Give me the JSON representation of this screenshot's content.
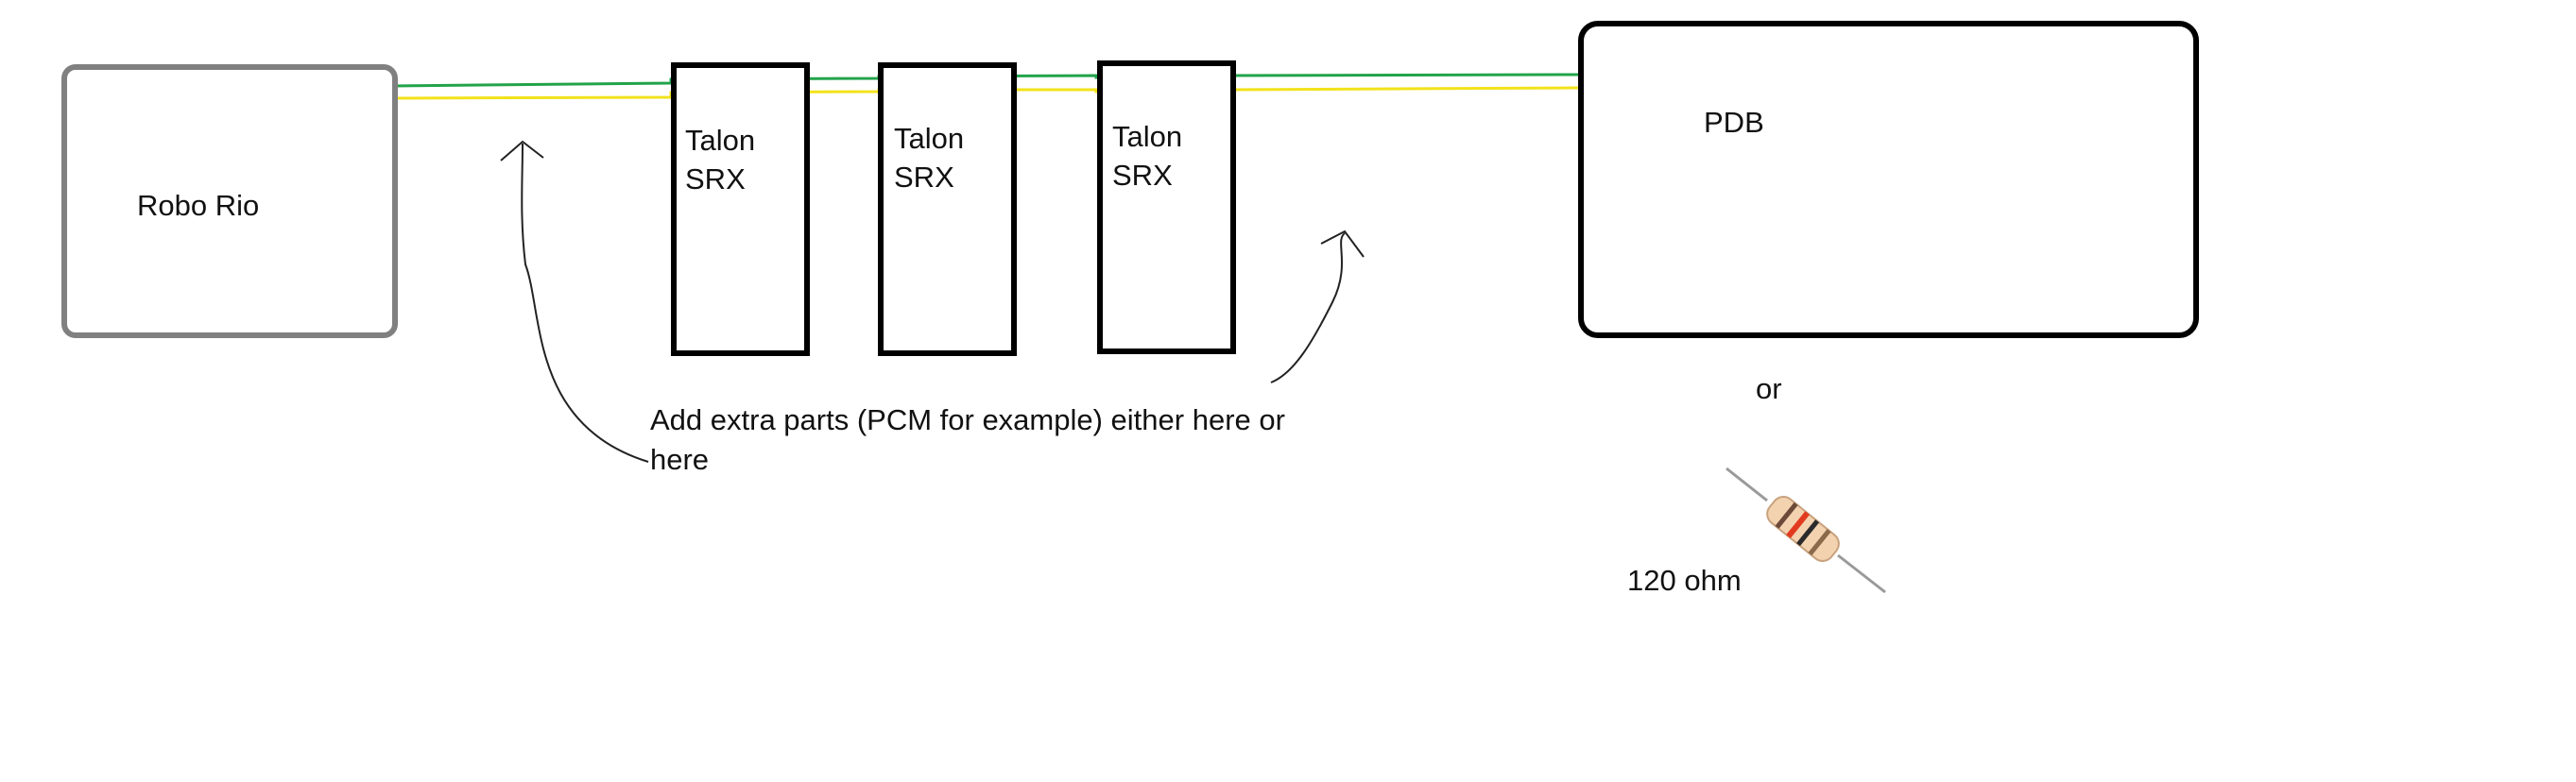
{
  "nodes": {
    "robo_rio": {
      "label": "Robo Rio"
    },
    "talons": [
      {
        "line1": "Talon",
        "line2": "SRX"
      },
      {
        "line1": "Talon",
        "line2": "SRX"
      },
      {
        "line1": "Talon",
        "line2": "SRX"
      }
    ],
    "pdb": {
      "label": "PDB"
    }
  },
  "annotation": {
    "line1": "Add extra parts (PCM for example) either here or",
    "line2": "here"
  },
  "alternative": {
    "or_label": "or",
    "resistor_label": "120 ohm"
  },
  "colors": {
    "robo_rio_border": "#808080",
    "device_border": "#000000",
    "wire_can_high": "#22a34a",
    "wire_can_low": "#f2e21a",
    "arrow": "#222222",
    "resistor_body": "#f3d2b0",
    "resistor_lead": "#9a9a9a"
  }
}
